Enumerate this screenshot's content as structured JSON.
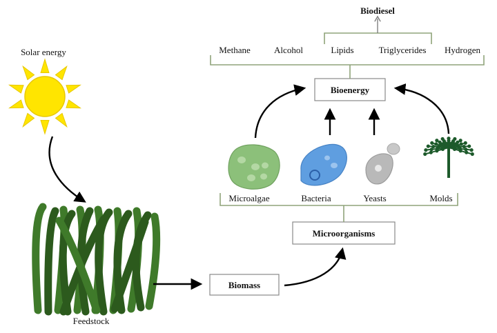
{
  "labels": {
    "solar_energy": "Solar energy",
    "feedstock": "Feedstock",
    "biomass": "Biomass",
    "microorganisms": "Microorganisms",
    "bioenergy": "Bioenergy",
    "biodiesel": "Biodiesel"
  },
  "products": [
    "Methane",
    "Alcohol",
    "Lipids",
    "Triglycerides",
    "Hydrogen"
  ],
  "organisms": [
    "Microalgae",
    "Bacteria",
    "Yeasts",
    "Molds"
  ],
  "colors": {
    "sun": "#ffe500",
    "sun_stroke": "#e8c800",
    "grass": "#3f7a2a",
    "grass_dark": "#2c5a1d",
    "algae": "#8cc07a",
    "bacteria": "#5f9ee0",
    "yeast": "#b9b9b9",
    "mold": "#1d5a2b",
    "bracket": "#8fa37a",
    "box_border": "#888888"
  }
}
